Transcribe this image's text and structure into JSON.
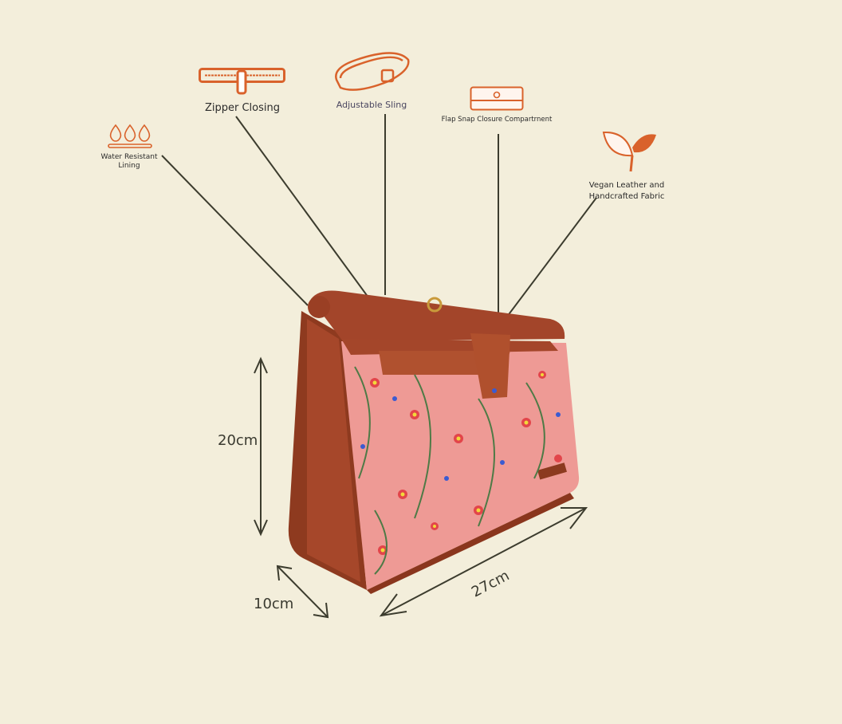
{
  "features": [
    {
      "id": "water",
      "label_line1": "Water Resistant",
      "label_line2": "Lining",
      "icon": "water-drops-icon"
    },
    {
      "id": "zipper",
      "label": "Zipper Closing",
      "icon": "zipper-icon"
    },
    {
      "id": "sling",
      "label": "Adjustable Sling",
      "icon": "belt-strap-icon"
    },
    {
      "id": "flap",
      "label": "Flap Snap Closure Compartrnent",
      "icon": "flap-pouch-icon"
    },
    {
      "id": "vegan",
      "label_line1": "Vegan Leather and",
      "label_line2": "Handcrafted Fabric",
      "icon": "leaf-icon"
    }
  ],
  "dimensions": {
    "height": "20cm",
    "depth": "10cm",
    "width": "27cm"
  },
  "colors": {
    "background": "#f3eedb",
    "accent": "#d9622b",
    "leather": "#a8492a",
    "fabric": "#ee9a95",
    "line": "#3c3c2e"
  }
}
